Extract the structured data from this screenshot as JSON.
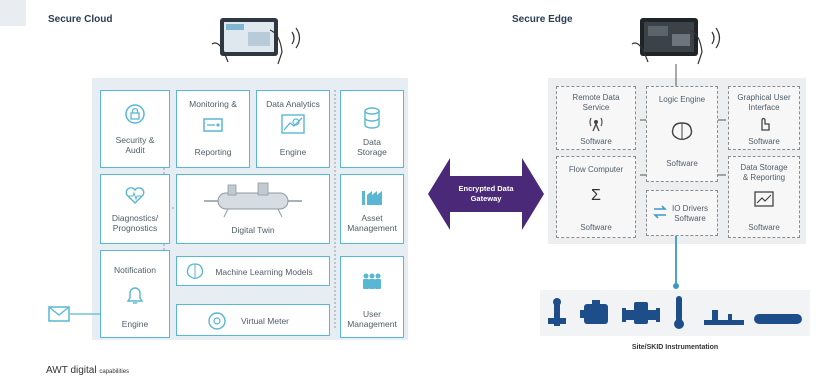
{
  "left_title": "Secure Cloud",
  "right_title": "Secure Edge",
  "gateway": {
    "line1": "Encrypted Data",
    "line2": "Gateway"
  },
  "cloud": {
    "security": {
      "line1": "Security &",
      "line2": "Audit"
    },
    "monitoring": {
      "line1": "Monitoring &",
      "line2": "Reporting"
    },
    "analytics": {
      "line1": "Data Analytics",
      "line2": "Engine"
    },
    "storage": {
      "line1": "Data",
      "line2": "Storage"
    },
    "diagnostics": {
      "line1": "Diagnostics/",
      "line2": "Prognostics"
    },
    "twin": "Digital Twin",
    "asset": {
      "line1": "Asset",
      "line2": "Management"
    },
    "notification": {
      "line1": "Notification",
      "line2": "Engine"
    },
    "ml": "Machine Learning Models",
    "meter": "Virtual Meter",
    "user": {
      "line1": "User",
      "line2": "Management"
    }
  },
  "edge": {
    "remote": {
      "line1": "Remote Data",
      "line2": "Service",
      "sub": "Software"
    },
    "logic": {
      "line1": "Logic Engine",
      "sub": "Software"
    },
    "gui": {
      "line1": "Graphical User",
      "line2": "Interface",
      "sub": "Software"
    },
    "flow": {
      "line1": "Flow Computer",
      "sub": "Software",
      "symbol": "Σ"
    },
    "io": {
      "line1": "IO Drivers",
      "line2": "Software"
    },
    "datastore": {
      "line1": "Data Storage",
      "line2": "& Reporting",
      "sub": "Software"
    }
  },
  "instrumentation": "Site/SKID Instrumentation",
  "footer": {
    "main": "AWT digital",
    "small": "capabilities"
  },
  "colors": {
    "accent": "#59b7d3",
    "gateway": "#4a2a78",
    "connector": "#3d98c9"
  }
}
